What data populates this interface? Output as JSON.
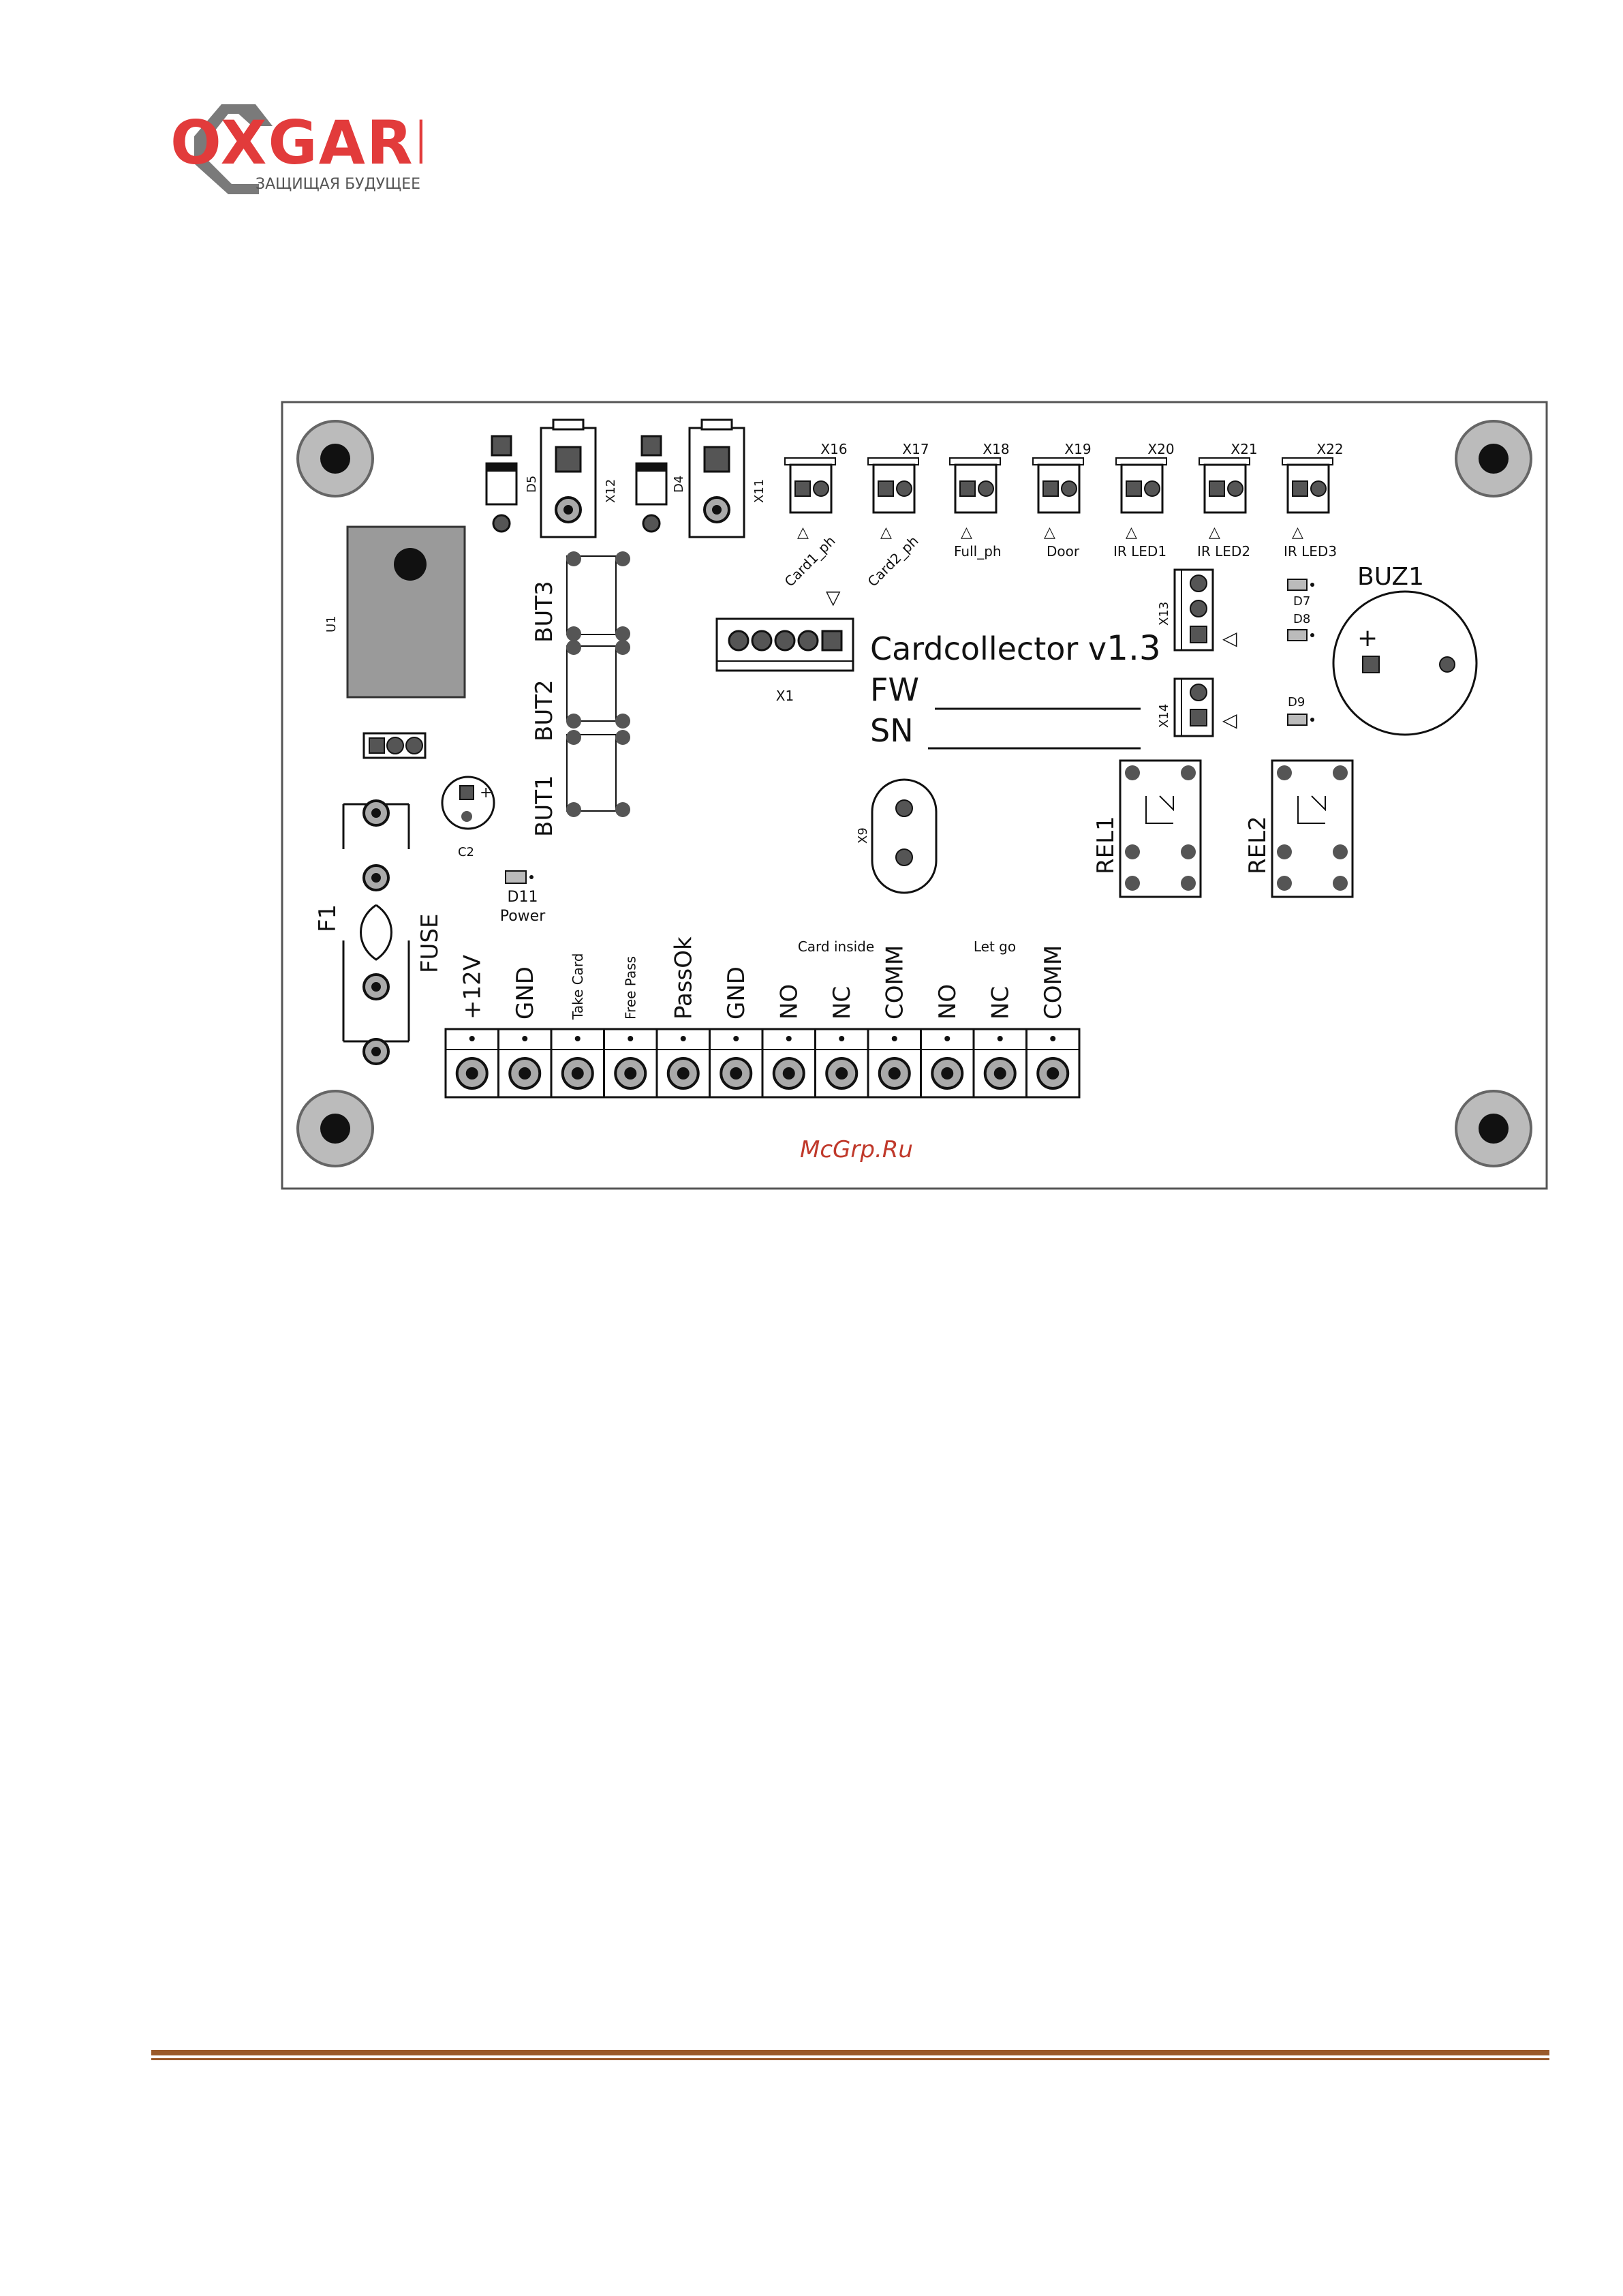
{
  "logo": {
    "brand": "OXGARD",
    "tagline": "ЗАЩИЩАЯ БУДУЩЕЕ",
    "colors": {
      "red": "#e23b3b",
      "gray": "#6b6b6b"
    }
  },
  "board": {
    "title": "Cardcollector v",
    "version": "1.3",
    "fw_label": "FW",
    "sn_label": "SN",
    "watermark": "McGrp.Ru",
    "connectors_top": [
      {
        "id": "X16",
        "label": "Card1_ph"
      },
      {
        "id": "X17",
        "label": "Card2_ph"
      },
      {
        "id": "X18",
        "label": "Full_ph"
      },
      {
        "id": "X19",
        "label": "Door"
      },
      {
        "id": "X20",
        "label": "IR LED1"
      },
      {
        "id": "X21",
        "label": "IR LED2"
      },
      {
        "id": "X22",
        "label": "IR LED3"
      }
    ],
    "parts": {
      "d5": "D5",
      "x12": "X12",
      "d4": "D4",
      "x11": "X11",
      "u1": "U1",
      "but3": "BUT3",
      "but2": "BUT2",
      "but1": "BUT1",
      "x1": "X1",
      "x13": "X13",
      "x14": "X14",
      "d7": "D7",
      "d8": "D8",
      "d9": "D9",
      "buz1": "BUZ1",
      "plus": "+",
      "c2": "C2",
      "d11": "D11",
      "power": "Power",
      "x9": "X9",
      "rel1": "REL1",
      "rel2": "REL2",
      "f1": "F1",
      "fuse": "FUSE"
    },
    "group_labels": {
      "card_inside": "Card inside",
      "let_go": "Let go"
    },
    "terminals": [
      "+12V",
      "GND",
      "Take Card",
      "Free Pass",
      "PassOk",
      "GND",
      "NO",
      "NC",
      "COMM",
      "NO",
      "NC",
      "COMM"
    ]
  },
  "footer": {
    "rule_color": "#9a5a2a"
  }
}
